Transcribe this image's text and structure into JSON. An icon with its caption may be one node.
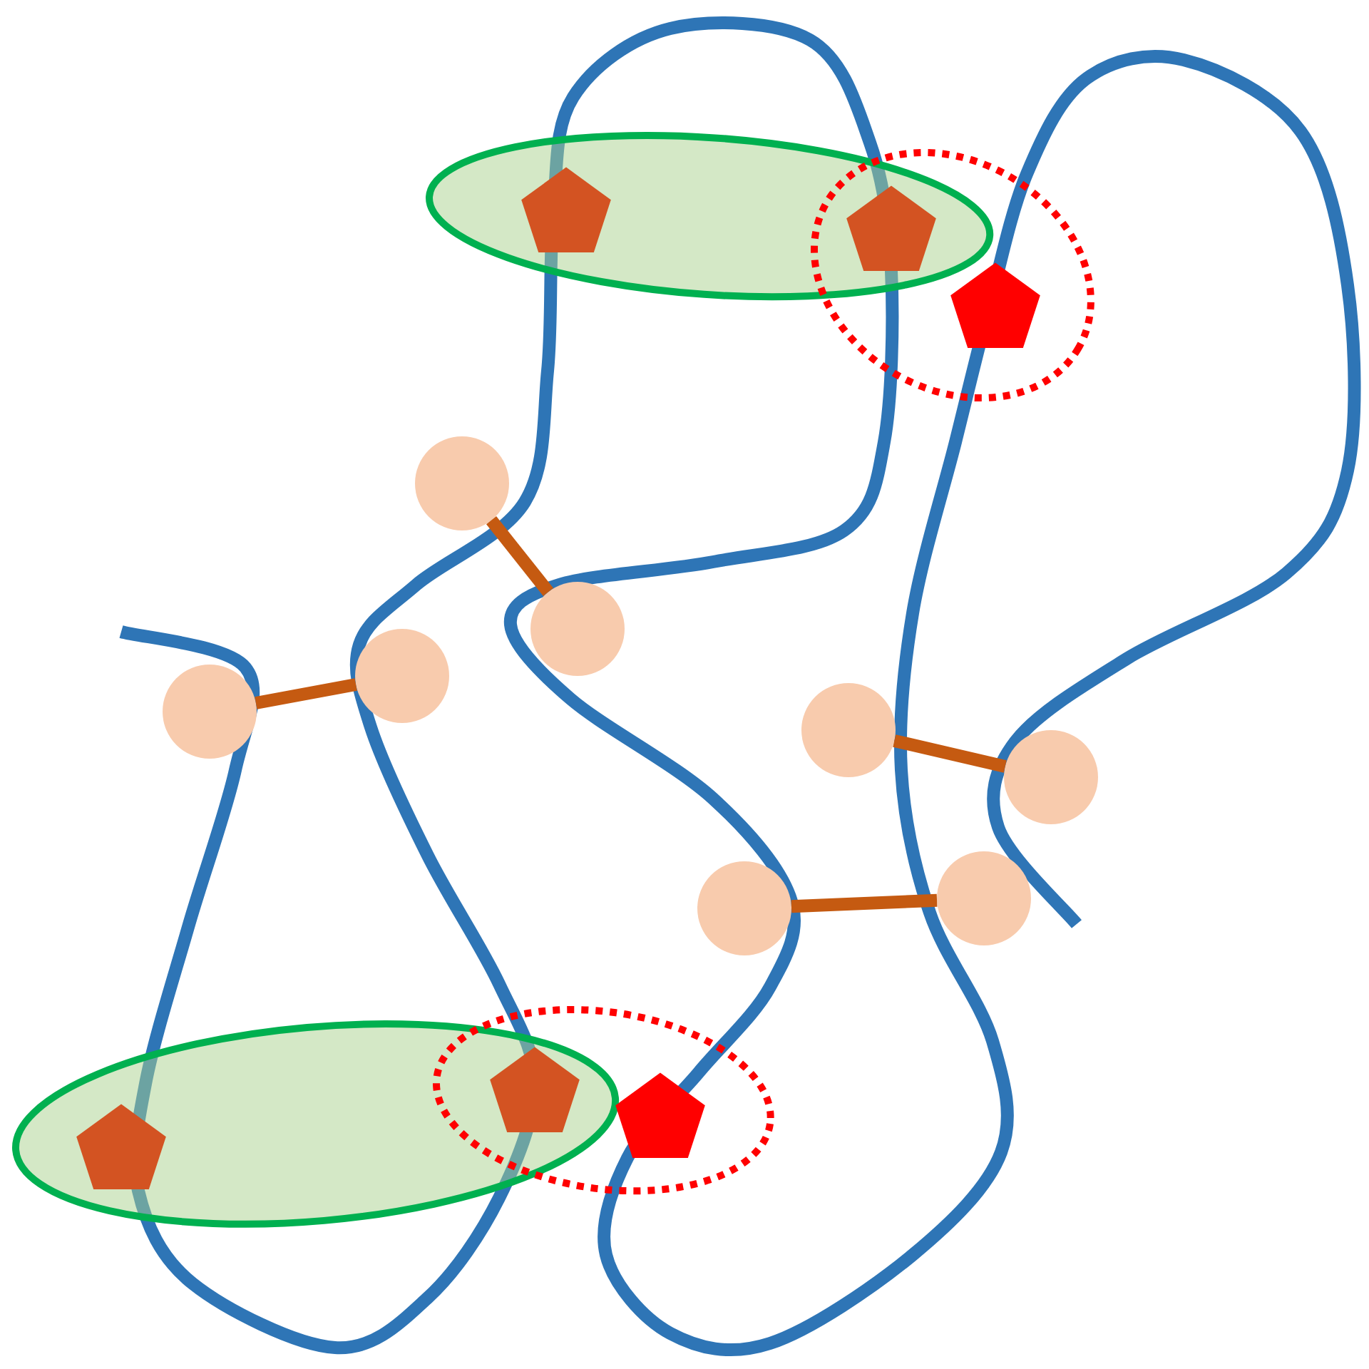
{
  "diagram": {
    "nodes": [
      {
        "text": [],
        "shape": "ellipse"
      },
      {
        "text": [],
        "shape": "pentagon",
        "in": 0
      },
      {
        "text": [],
        "shape": "pentagon"
      },
      {
        "text": [],
        "shape": "ellipse"
      },
      {
        "text": [],
        "shape": "pentagon",
        "in": 3
      },
      {
        "text": [],
        "shape": "circle"
      },
      {
        "text": [],
        "shape": "circle"
      },
      {
        "text": [],
        "shape": "circle"
      },
      {
        "text": [],
        "shape": "circle"
      },
      {
        "text": [],
        "shape": "circle"
      },
      {
        "text": [],
        "shape": "circle"
      },
      {
        "text": [],
        "shape": "circle"
      },
      {
        "text": [],
        "shape": "circle"
      },
      {
        "text": [],
        "shape": "ellipse"
      },
      {
        "text": [],
        "shape": "pentagon",
        "in": 13
      },
      {
        "text": [],
        "shape": "ellipse"
      },
      {
        "text": [],
        "shape": "pentagon"
      },
      {
        "text": [],
        "shape": "pentagon",
        "in": 15
      }
    ],
    "edges": [
      {
        "from": 5,
        "to": 6,
        "arrow": "none"
      },
      {
        "from": 7,
        "to": 8,
        "arrow": "none"
      },
      {
        "from": 9,
        "to": 10,
        "arrow": "none"
      },
      {
        "from": 11,
        "to": 12,
        "arrow": "none"
      }
    ]
  }
}
